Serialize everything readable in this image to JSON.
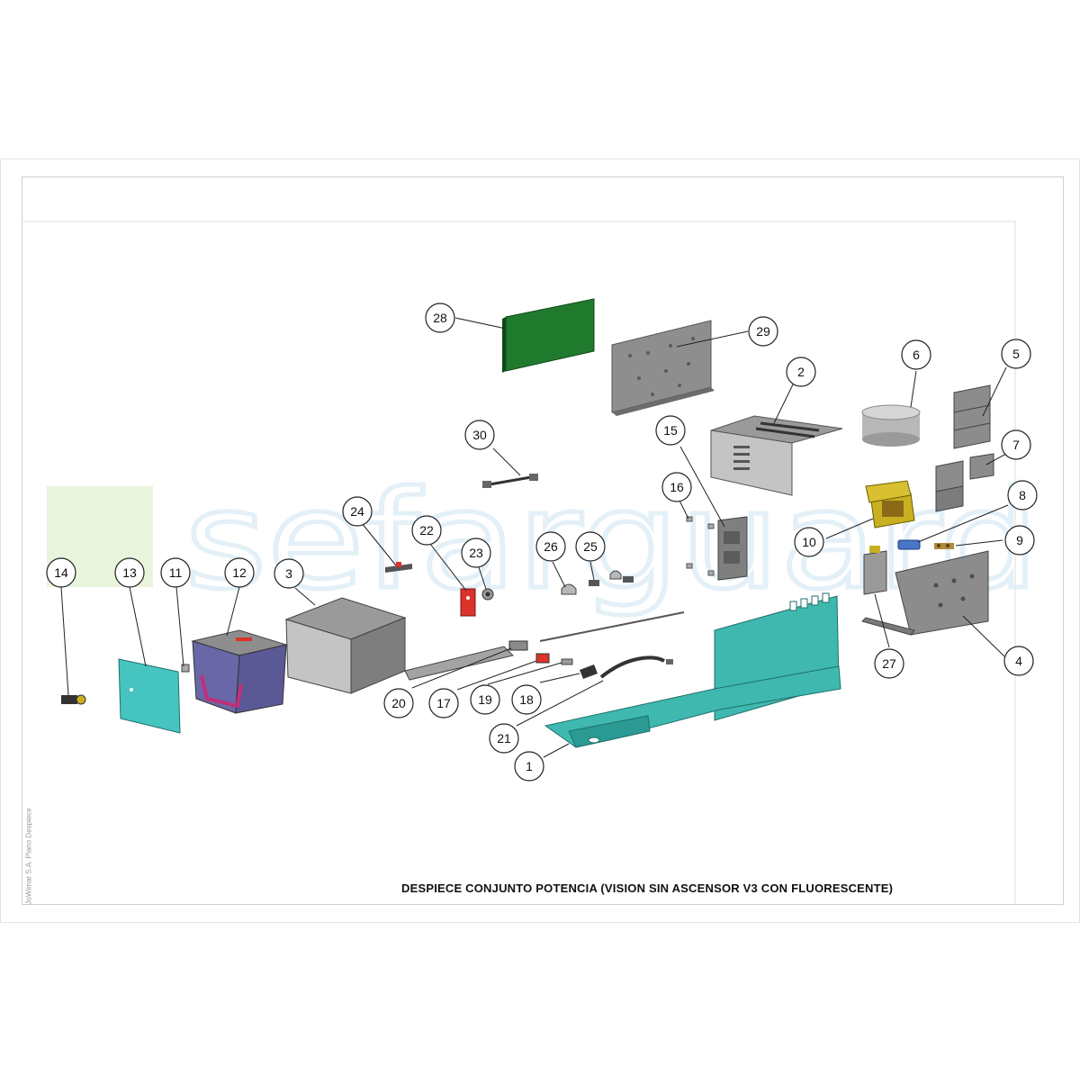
{
  "title": "DESPIECE CONJUNTO POTENCIA (VISION SIN ASCENSOR V3 CON FLUORESCENTE)",
  "watermark": "sefarguard",
  "side_note": "JoWimar S.A. Plano Despiece",
  "callouts": [
    "28",
    "29",
    "2",
    "6",
    "5",
    "7",
    "30",
    "15",
    "16",
    "8",
    "9",
    "10",
    "24",
    "22",
    "23",
    "26",
    "25",
    "14",
    "13",
    "11",
    "12",
    "3",
    "4",
    "27",
    "20",
    "17",
    "19",
    "18",
    "21",
    "1"
  ],
  "colors": {
    "teal": "#3fb8b0",
    "pcb_green": "#1f7a2e",
    "battery_blue": "#6a67a8",
    "red_part": "#d9332a",
    "transformer_yellow": "#c9b020",
    "metal_gray": "#8a8a8a"
  }
}
